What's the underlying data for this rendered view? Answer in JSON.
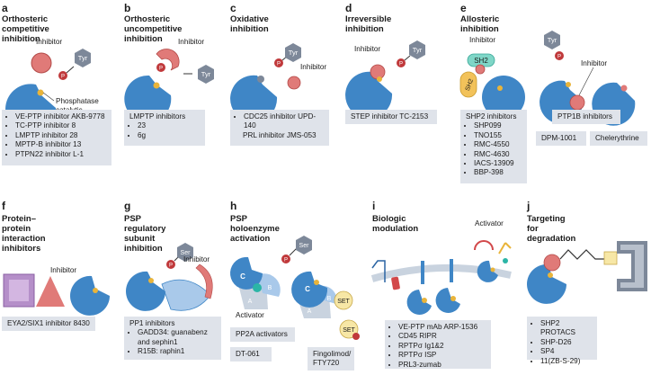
{
  "colors": {
    "enzyme_blue": "#3f86c6",
    "enzyme_dark": "#2a64a3",
    "inhibitor_red": "#e07a78",
    "p_red": "#c0393b",
    "tyr_gray": "#7d8899",
    "sh2_teal": "#7fd6c7",
    "sh2_yellow": "#f2c25a",
    "yellow_site": "#e9b43a",
    "box_gray": "#dfe3ea",
    "purple": "#b58fc9",
    "set_yellow": "#f7e7a6"
  },
  "panels": {
    "a": {
      "letter": "a",
      "title_1": "Orthosteric competitive",
      "title_2": "inhibition",
      "inhibitor": "Inhibitor",
      "tyr": "Tyr",
      "p": "P",
      "domain_1": "Phosphatase",
      "domain_2": "catalytic domain",
      "items": [
        "VE-PTP inhibitor AKB-9778",
        "TC-PTP inhibitor 8",
        "LMPTP inhibitor 28",
        "MPTP-B inhibitor 13",
        "PTPN22 inhibitor L-1"
      ]
    },
    "b": {
      "letter": "b",
      "title_1": "Orthosteric",
      "title_2": "uncompetitive",
      "title_3": "inhibition",
      "inhibitor": "Inhibitor",
      "tyr": "Tyr",
      "p": "P",
      "box_title": "LMPTP inhibitors",
      "items": [
        "23",
        "6g"
      ]
    },
    "c": {
      "letter": "c",
      "title_1": "Oxidative inhibition",
      "tyr": "Tyr",
      "p": "P",
      "inhibitor": "Inhibitor",
      "items": [
        "CDC25 inhibitor UPD-140",
        "PRL inhibitor JMS-053"
      ]
    },
    "d": {
      "letter": "d",
      "title_1": "Irreversible inhibition",
      "tyr": "Tyr",
      "p": "P",
      "inhibitor": "Inhibitor",
      "box": "STEP inhibitor TC-2153"
    },
    "e": {
      "letter": "e",
      "title_1": "Allosteric inhibition",
      "inhibitor_1": "Inhibitor",
      "inhibitor_2": "Inhibitor",
      "sh2_a": "SH2",
      "sh2_b": "SH2",
      "tyr": "Tyr",
      "p": "P",
      "items": [
        "SHP2 inhibitors",
        "SHP099",
        "TNO155",
        "RMC-4550",
        "RMC-4630",
        "IACS-13909",
        "BBP-398"
      ],
      "box_2": "PTP1B inhibitors",
      "box_3": "DPM-1001",
      "box_4": "Chelerythrine"
    },
    "f": {
      "letter": "f",
      "title_1": "Protein–protein",
      "title_2": "interaction inhibitors",
      "inhibitor": "Inhibitor",
      "box": "EYA2/SIX1 inhibitor 8430"
    },
    "g": {
      "letter": "g",
      "title_1": "PSP regulatory",
      "title_2": "subunit inhibition",
      "ser": "Ser",
      "p": "P",
      "inhibitor": "Inhibitor",
      "box_title": "PP1 inhibitors",
      "items": [
        "GADD34: guanabenz",
        "and sephin1",
        "R15B: raphin1"
      ]
    },
    "h": {
      "letter": "h",
      "title_1": "PSP holoenzyme",
      "title_2": "activation",
      "ser": "Ser",
      "p": "P",
      "c1": "C",
      "a1": "A",
      "b1": "B",
      "c2": "C",
      "a2": "A",
      "b2": "B",
      "activator": "Activator",
      "set1": "SET",
      "set2": "SET",
      "box_1": "PP2A activators",
      "box_2": "DT-061",
      "box_3_1": "Fingolimod/",
      "box_3_2": "FTY720"
    },
    "i": {
      "letter": "i",
      "title_1": "Biologic modulation",
      "activator": "Activator",
      "items": [
        "VE-PTP mAb ARP-1536",
        "CD45 RIPR",
        "RPTPσ Ig1&2",
        "RPTPσ ISP",
        "PRL3-zumab"
      ]
    },
    "j": {
      "letter": "j",
      "title_1": "Targeting for degradation",
      "items": [
        "SHP2 PROTACS",
        "SHP-D26",
        "SP4",
        "11(ZB-S-29)"
      ]
    }
  }
}
